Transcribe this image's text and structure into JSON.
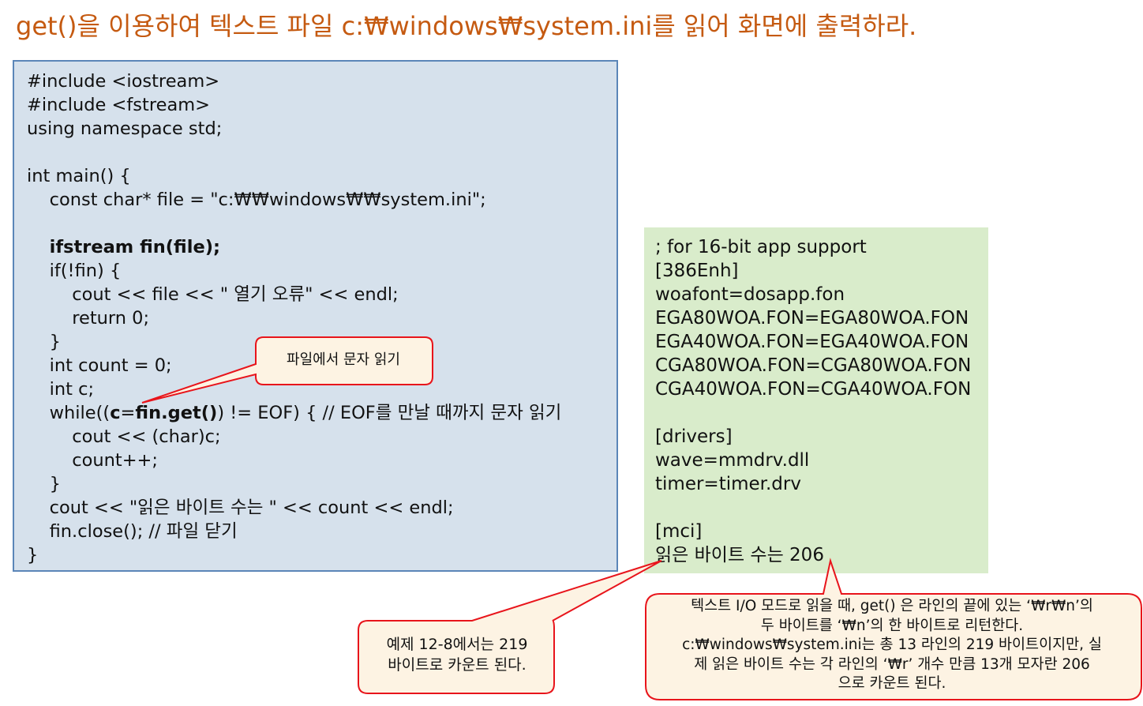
{
  "title": "get()을 이용하여 텍스트 파일 c:₩windows₩system.ini를 읽어 화면에 출력하라.",
  "code": {
    "lines": [
      [
        {
          "t": "#include <iostream>"
        }
      ],
      [
        {
          "t": "#include <fstream>"
        }
      ],
      [
        {
          "t": "using namespace std;"
        }
      ],
      [
        {
          "t": ""
        }
      ],
      [
        {
          "t": "int main() {"
        }
      ],
      [
        {
          "t": "    const char* file = \"c:₩₩windows₩₩system.ini\";"
        }
      ],
      [
        {
          "t": ""
        }
      ],
      [
        {
          "t": "    "
        },
        {
          "t": "ifstream fin(file);",
          "b": true
        }
      ],
      [
        {
          "t": "    if(!fin) {"
        }
      ],
      [
        {
          "t": "        cout << file << \" 열기 오류\" << endl;"
        }
      ],
      [
        {
          "t": "        return 0;"
        }
      ],
      [
        {
          "t": "    }"
        }
      ],
      [
        {
          "t": "    int count = 0;"
        }
      ],
      [
        {
          "t": "    int c;"
        }
      ],
      [
        {
          "t": "    while(("
        },
        {
          "t": "c",
          "b": true
        },
        {
          "t": "="
        },
        {
          "t": "fin.get()",
          "b": true
        },
        {
          "t": ") != EOF) { // EOF를 만날 때까지 문자 읽기"
        }
      ],
      [
        {
          "t": "        cout << (char)c;"
        }
      ],
      [
        {
          "t": "        count++;"
        }
      ],
      [
        {
          "t": "    }"
        }
      ],
      [
        {
          "t": "    cout << \"읽은 바이트 수는 \" << count << endl;"
        }
      ],
      [
        {
          "t": "    fin.close(); // 파일 닫기"
        }
      ],
      [
        {
          "t": "}"
        }
      ]
    ]
  },
  "output": {
    "lines": [
      "; for 16-bit app support",
      "[386Enh]",
      "woafont=dosapp.fon",
      "EGA80WOA.FON=EGA80WOA.FON",
      "EGA40WOA.FON=EGA40WOA.FON",
      "CGA80WOA.FON=CGA80WOA.FON",
      "CGA40WOA.FON=CGA40WOA.FON",
      "",
      "[drivers]",
      "wave=mmdrv.dll",
      "timer=timer.drv",
      "",
      "[mci]",
      "읽은 바이트 수는 206"
    ]
  },
  "callouts": {
    "read_char": {
      "lines": [
        "파일에서 문자 읽기"
      ]
    },
    "example_count": {
      "lines": [
        "예제 12-8에서는 219",
        "바이트로 카운트 된다."
      ]
    },
    "text_mode": {
      "lines": [
        "텍스트 I/O 모드로 읽을 때, get() 은 라인의 끝에 있는 ‘₩r₩n’의",
        "두 바이트를 ‘₩n’의 한 바이트로 리턴한다.",
        "c:₩windows₩system.ini는 총 13 라인의 219 바이트이지만, 실",
        "제 읽은 바이트 수는 각 라인의 ‘₩r’ 개수 만큼 13개 모자란 206",
        "으로 카운트 된다."
      ]
    }
  },
  "colors": {
    "title": "#c55a11",
    "code_bg": "#d6e1ec",
    "code_border": "#5b86b8",
    "output_bg": "#d9eccb",
    "callout_fill": "#fdf3e3",
    "callout_stroke": "#e8141b"
  }
}
